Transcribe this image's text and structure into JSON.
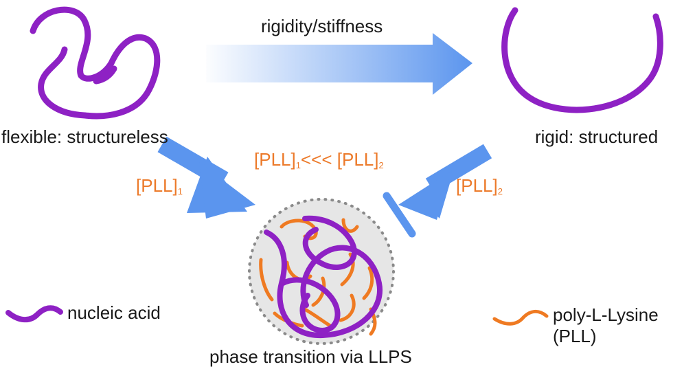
{
  "colors": {
    "nucleic_acid": "#8e21c4",
    "pll": "#ef7a22",
    "arrow": "#5b95ee",
    "droplet_fill": "#e6e6e6",
    "droplet_border": "#8a8a8a",
    "text": "#1a1a1a"
  },
  "labels": {
    "rigidity": "rigidity/stiffness",
    "flexible": "flexible: structureless",
    "rigid": "rigid: structured",
    "phase_transition": "phase transition via LLPS",
    "nucleic_acid": "nucleic acid",
    "pll_line1": "poly-L-Lysine",
    "pll_line2": "(PLL)"
  },
  "pll_labels": {
    "pll": "[PLL]",
    "sub1": "1",
    "sub2": "2",
    "compare": "<<<"
  }
}
